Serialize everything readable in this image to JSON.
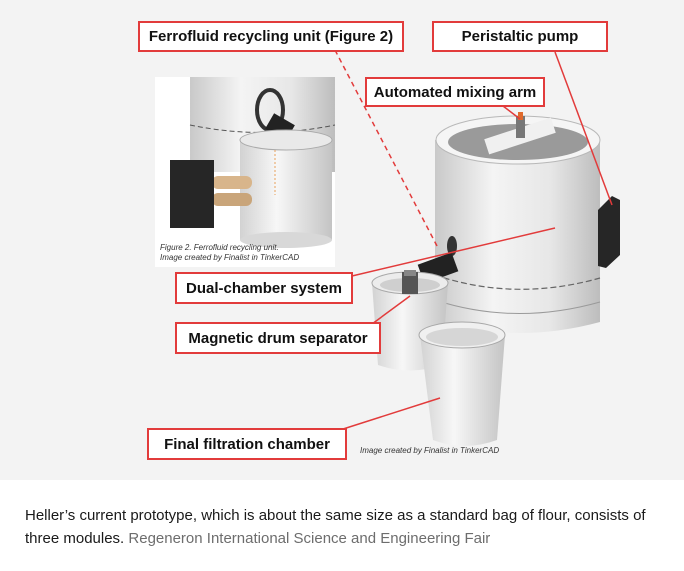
{
  "figure": {
    "labels": {
      "recycling_unit": "Ferrofluid recycling unit (Figure 2)",
      "peristaltic_pump": "Peristaltic pump",
      "mixing_arm": "Automated mixing arm",
      "dual_chamber": "Dual-chamber system",
      "drum_separator": "Magnetic drum separator",
      "filtration_chamber": "Final filtration chamber"
    },
    "inset_caption": {
      "line1": "Figure 2. Ferrofluid recycling unit.",
      "line2": "Image created by Finalist in TinkerCAD"
    },
    "main_credit": "Image created by Finalist in TinkerCAD",
    "colors": {
      "callout_red": "#e23b3b",
      "background": "#f3f3f3"
    }
  },
  "caption": {
    "text": "Heller’s current prototype, which is about the same size as a standard bag of flour, consists of three modules. ",
    "credit": "Regeneron International Science and Engineering Fair"
  }
}
